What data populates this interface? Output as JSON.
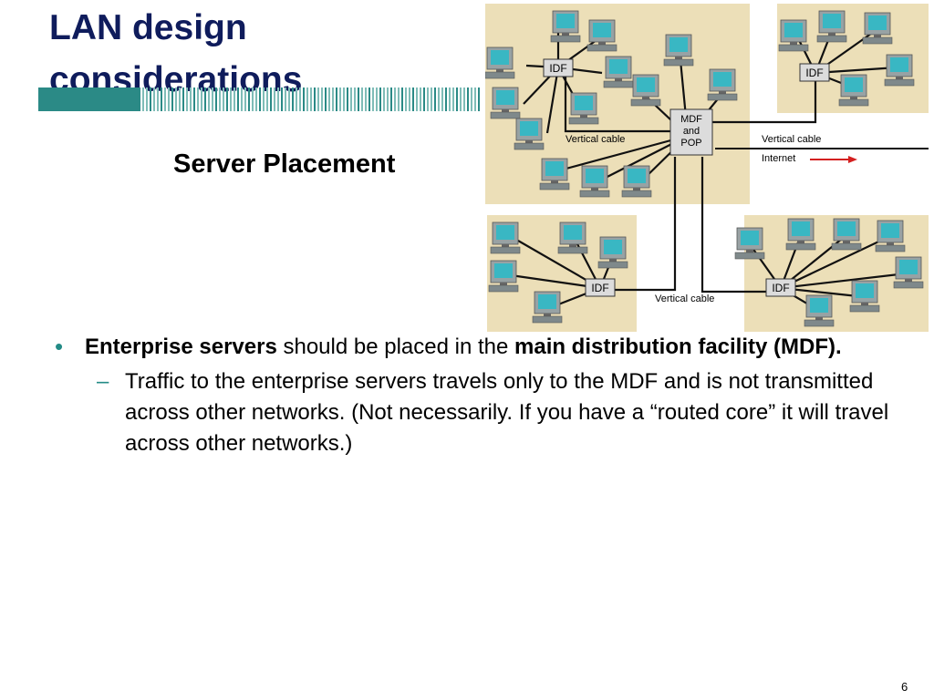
{
  "slide": {
    "title": "LAN design considerations",
    "subtitle": "Server Placement",
    "page_number": "6"
  },
  "diagram": {
    "idf_label": "IDF",
    "mdf_line1": "MDF",
    "mdf_line2": "and",
    "mdf_line3": "POP",
    "vertical_cable": "Vertical cable",
    "internet": "Internet",
    "colors": {
      "room_fill": "#ecdfb8",
      "internet_arrow": "#d42020",
      "monitor_body": "#98a2a4",
      "monitor_screen": "#39b7c3",
      "box_fill": "#dcdcdc"
    }
  },
  "bullets": {
    "b1_bold1": "Enterprise servers",
    "b1_text": " should be placed in the ",
    "b1_bold2": "main distribution facility (MDF).",
    "sub_mark": "–",
    "sub1": "Traffic to the enterprise servers travels only to the MDF and is not transmitted across other networks.  (Not necessarily.  If you have a “routed core” it will travel across other networks.)"
  },
  "colors": {
    "title": "#0f1c5c",
    "accent": "#238b86"
  }
}
